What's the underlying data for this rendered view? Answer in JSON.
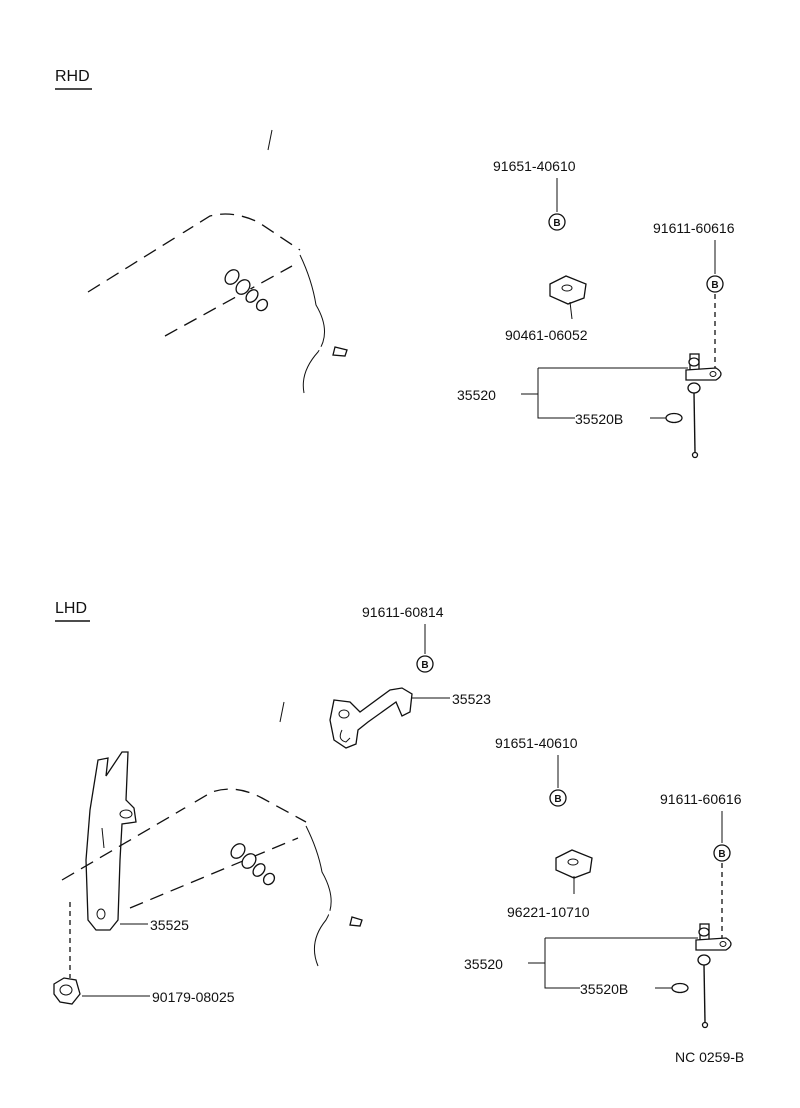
{
  "sections": {
    "rhd": {
      "label": "RHD",
      "parts": {
        "clamp_top": "91651-40610",
        "bolt_right": "91611-60616",
        "clip": "90461-06052",
        "cable": "35520",
        "cable_end": "35520B"
      }
    },
    "lhd": {
      "label": "LHD",
      "parts": {
        "bolt_top": "91611-60814",
        "lever": "35523",
        "clamp_mid": "91651-40610",
        "bolt_right": "91611-60616",
        "clip": "96221-10710",
        "bracket": "35525",
        "grommet": "90179-08025",
        "cable": "35520",
        "cable_end": "35520B"
      }
    }
  },
  "bolt_symbol": "B",
  "drawing_code": "NC  0259-B"
}
